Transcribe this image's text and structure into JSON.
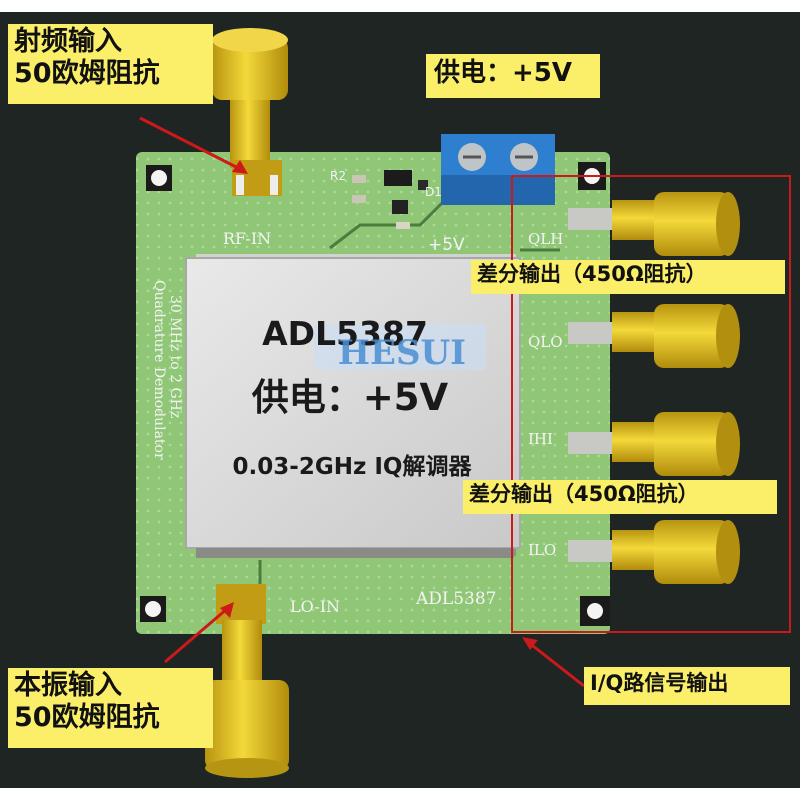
{
  "labels": {
    "rf_input": [
      "射频输入",
      "50欧姆阻抗"
    ],
    "lo_input": [
      "本振输入",
      "50欧姆阻抗"
    ],
    "power": "供电：+5V",
    "diff_out_top": "差分输出（450Ω阻抗）",
    "diff_out_bottom": "差分输出（450Ω阻抗）",
    "iq_output": "I/Q路信号输出"
  },
  "shield": {
    "line1": "ADL5387",
    "line2": "供电：+5V",
    "line3": "0.03-2GHz IQ解调器"
  },
  "watermark": "HESUI",
  "silkscreen": {
    "rf_in": "RF-IN",
    "lo_in": "LO-IN",
    "plus5v": "+5V",
    "chip": "ADL5387",
    "qlh": "QLH",
    "qlo": "QLO",
    "ihi": "IHI",
    "ilo": "ILO",
    "r2": "R2",
    "d1": "D1",
    "side_text": [
      "30 MHz to 2 GHz",
      "Quadrature Demodulator"
    ]
  },
  "colors": {
    "background": "#1f2523",
    "pcb": "#8fc777",
    "connector_gold": "#e4c21f",
    "label_fill": "#fbef6a",
    "annotation_red": "#cc1a1a",
    "terminal_blue": "#2f7fd0"
  }
}
